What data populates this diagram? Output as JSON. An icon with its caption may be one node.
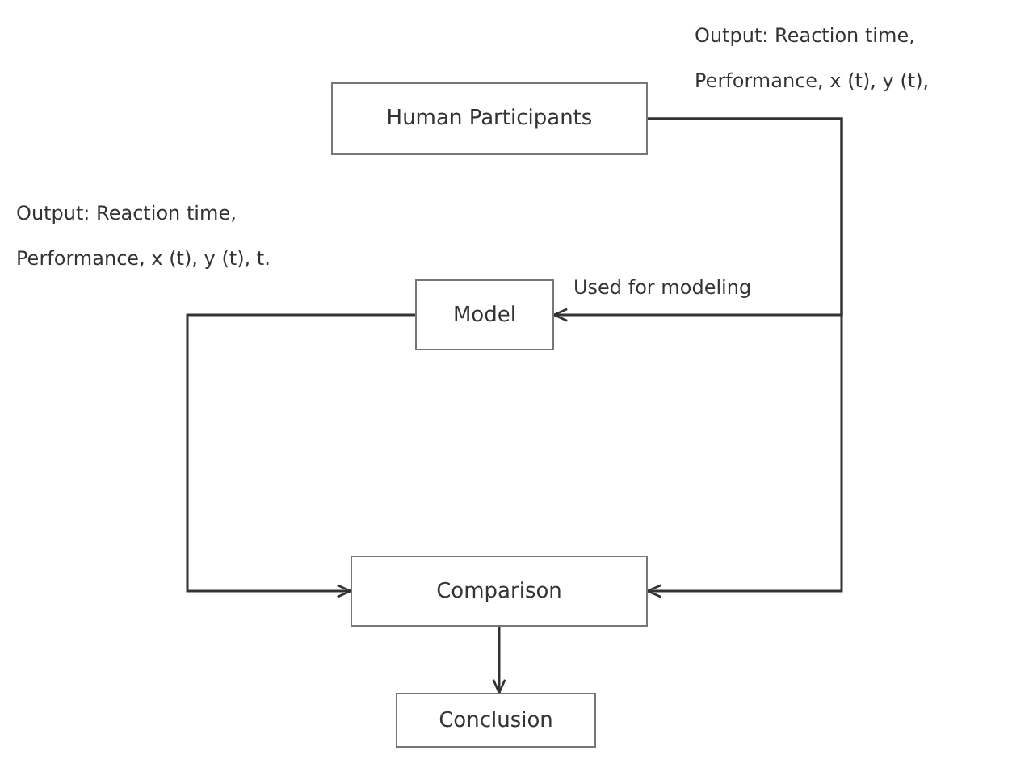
{
  "diagram": {
    "nodes": [
      {
        "text": [
          "Human Participants"
        ],
        "beside": [
          "Output: Reaction time, Performance, x (t), y (t),"
        ]
      },
      {
        "text": [
          "Model"
        ]
      },
      {
        "text": [
          "Comparison"
        ]
      },
      {
        "text": [
          "Conclusion"
        ]
      }
    ],
    "edges": [
      {
        "from": 0,
        "to": 1,
        "arrow": "to",
        "label": "Used for modeling"
      },
      {
        "from": 0,
        "to": 2,
        "arrow": "to"
      },
      {
        "from": 1,
        "to": 2,
        "arrow": "to"
      },
      {
        "from": 2,
        "to": 3,
        "arrow": "to"
      }
    ],
    "labels": [
      "Output: Reaction time, Performance, x (t), y (t), t."
    ]
  }
}
